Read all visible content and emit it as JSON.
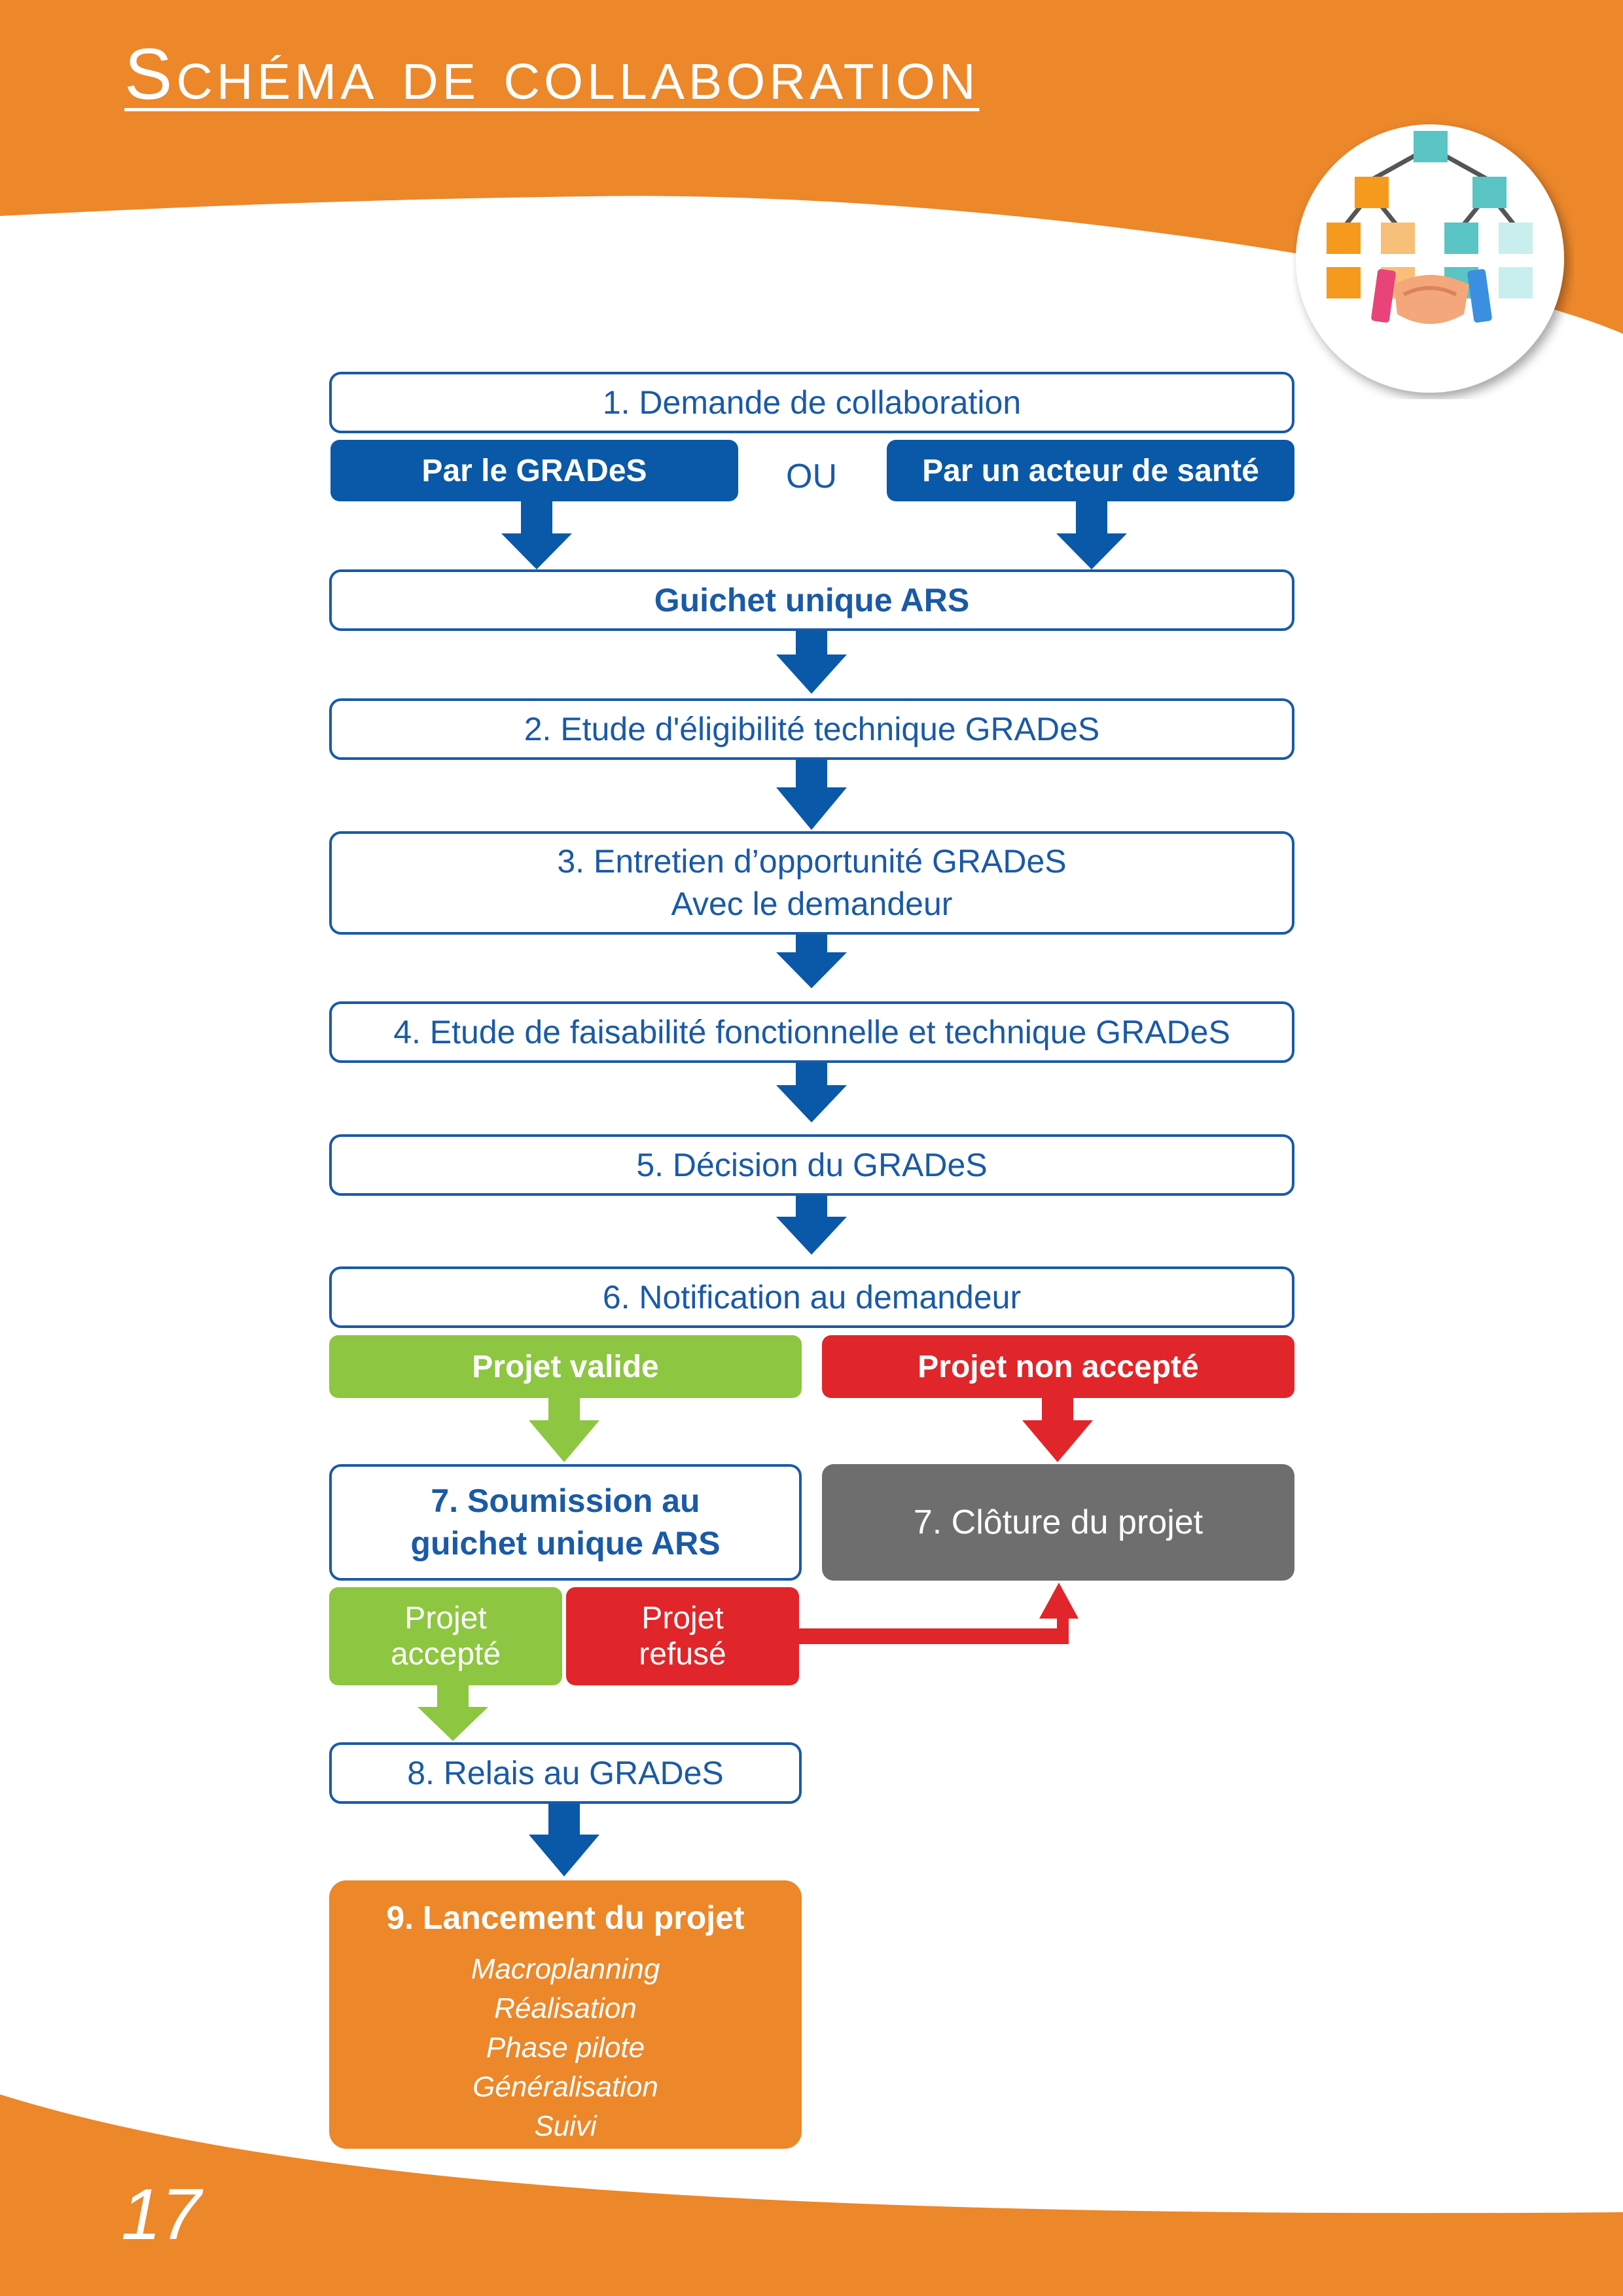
{
  "page": {
    "title": "Schéma de collaboration",
    "page_number": "17",
    "colors": {
      "orange": "#ec872a",
      "blue": "#0a58a8",
      "green": "#8dc641",
      "red": "#e0262a",
      "grey": "#6f6e6f"
    },
    "logo_icon": "org-chart-handshake-icon"
  },
  "flow": {
    "step1": "1. Demande de collaboration",
    "by_grades": "Par le GRADeS",
    "or": "OU",
    "by_actor": "Par un acteur de santé",
    "guichet": "Guichet unique ARS",
    "step2": "2. Etude d'éligibilité technique GRADeS",
    "step3_line1": "3. Entretien d’opportunité GRADeS",
    "step3_line2": "Avec le demandeur",
    "step4": "4. Etude de faisabilité fonctionnelle et technique GRADeS",
    "step5": "5. Décision du GRADeS",
    "step6": "6. Notification au demandeur",
    "valid": "Projet valide",
    "not_accepted": "Projet non accepté",
    "step7_line1": "7. Soumission au",
    "step7_line2": "guichet unique ARS",
    "closure": "7. Clôture du projet",
    "accepted_line1": "Projet",
    "accepted_line2": "accepté",
    "refused_line1": "Projet",
    "refused_line2": "refusé",
    "step8": "8. Relais au GRADeS",
    "step9": "9. Lancement du projet",
    "step9_items": [
      "Macroplanning",
      "Réalisation",
      "Phase pilote",
      "Généralisation",
      "Suivi"
    ]
  }
}
